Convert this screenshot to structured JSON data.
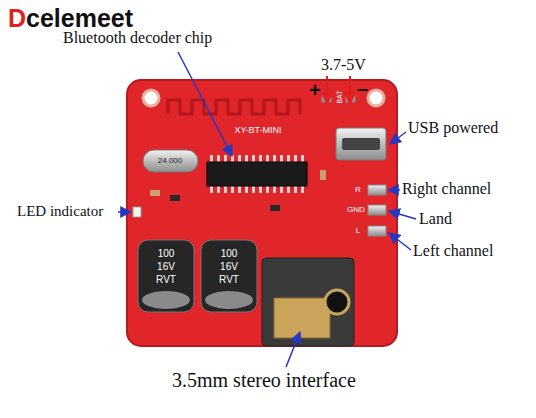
{
  "diagram": {
    "labels": [
      "Dcelemeet",
      "Bluetooth decoder chip",
      "3.7-5V",
      "+",
      "–",
      "USB powered",
      "Right channel",
      "Land",
      "Left channel",
      "LED indicator",
      "3.5mm stereo interface",
      "XY-BT-MINI",
      "BAT",
      "24.000",
      "R",
      "GND",
      "L",
      "100",
      "16V",
      "RVT",
      "100",
      "16V",
      "RVT"
    ]
  }
}
